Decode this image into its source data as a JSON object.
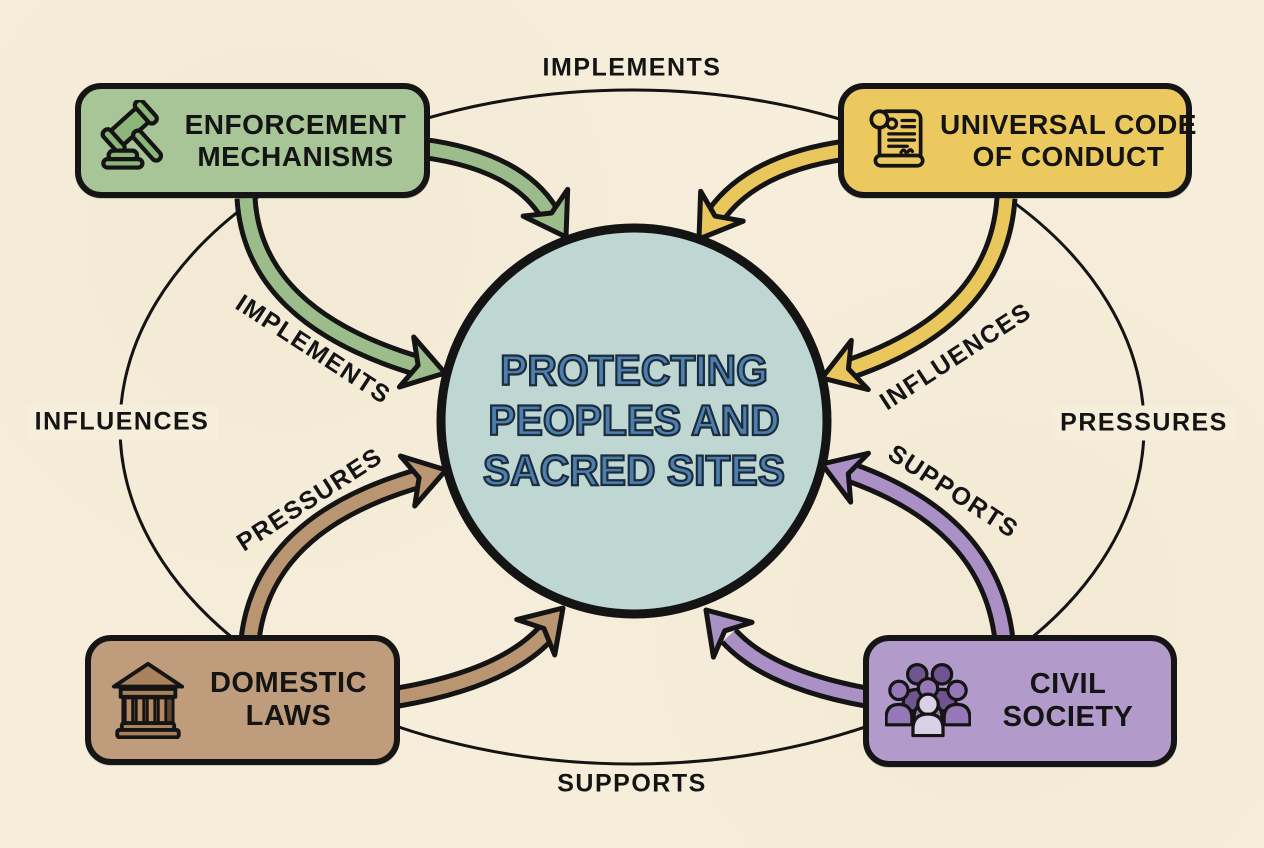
{
  "colors": {
    "background": "#f6eedb",
    "ink": "#141414",
    "circle_fill": "#bed7d3",
    "circle_text": "#4d7fae",
    "green_box": "#a7c597",
    "green_arrow": "#9cbd8b",
    "yellow_box": "#ecc95e",
    "yellow_arrow": "#e9c75c",
    "brown_box": "#bf9c7b",
    "brown_arrow": "#ba9572",
    "purple_box": "#b29aca",
    "purple_arrow": "#aa90c5"
  },
  "center": {
    "line1": "PROTECTING",
    "line2": "PEOPLES AND",
    "line3": "SACRED SITES"
  },
  "boxes": {
    "enforcement": {
      "line1": "ENFORCEMENT",
      "line2": "MECHANISMS",
      "icon": "gavel-icon"
    },
    "conduct": {
      "line1": "UNIVERSAL CODE",
      "line2": "OF CONDUCT",
      "icon": "scroll-icon"
    },
    "domestic": {
      "line1": "DOMESTIC",
      "line2": "LAWS",
      "icon": "courthouse-icon"
    },
    "civil": {
      "line1": "CIVIL",
      "line2": "SOCIETY",
      "icon": "people-icon"
    }
  },
  "arrows": {
    "enforcement_to_center": {
      "label": "IMPLEMENTS",
      "color": "#9cbd8b"
    },
    "conduct_to_center": {
      "label": "INFLUENCES",
      "color": "#e9c75c"
    },
    "domestic_to_center": {
      "label": "PRESSURES",
      "color": "#ba9572"
    },
    "civil_to_center": {
      "label": "SUPPORTS",
      "color": "#aa90c5"
    }
  },
  "outer_labels": {
    "top": "IMPLEMENTS",
    "left": "INFLUENCES",
    "right": "PRESSURES",
    "bottom": "SUPPORTS"
  }
}
